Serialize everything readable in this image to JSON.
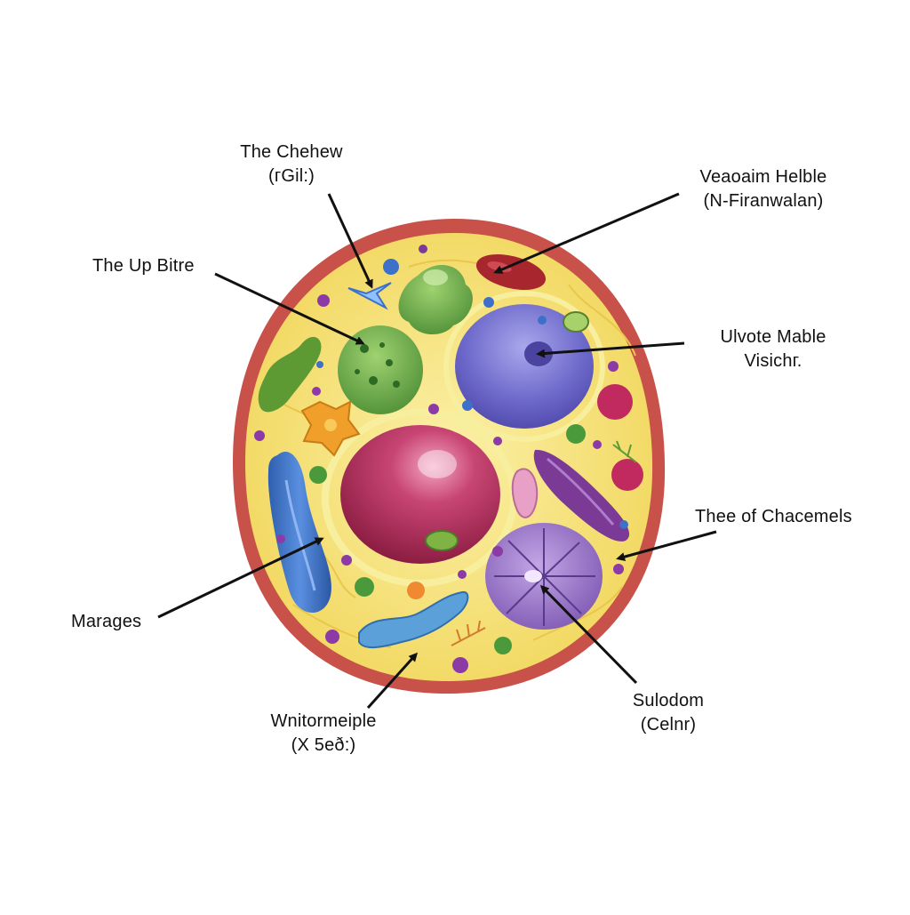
{
  "labels": {
    "top_left": {
      "line1": "The Chehew",
      "line2": "(гGil:)"
    },
    "top_right": {
      "line1": "Veaoaim Helble",
      "line2": "(N-Firanwalan)"
    },
    "upper_left": {
      "line1": "The Up Bitre"
    },
    "mid_right": {
      "line1": "Ulvote Mable",
      "line2": "Visichг."
    },
    "lower_right": {
      "line1": "Thee of Chacemels"
    },
    "left": {
      "line1": "Marages"
    },
    "bottom_left": {
      "line1": "Wnitormeiple",
      "line2": "(X 5eð:)"
    },
    "bottom_right": {
      "line1": "Sulodom",
      "line2": "(Celnr)"
    }
  },
  "colors": {
    "membrane": "#c8524a",
    "cytoplasm": "#f6e27a",
    "nucleus": "#a8284f",
    "vacuole": "#6f69c9",
    "chloroplast": "#5f9e3e",
    "mitochondrion": "#3d6fc0",
    "lysosome": "#8a64b8"
  }
}
